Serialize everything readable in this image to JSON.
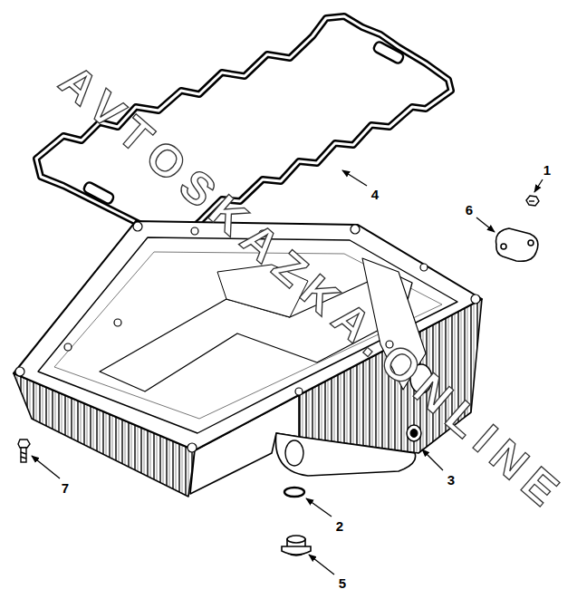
{
  "diagram": {
    "labels": [
      "AVTOSKAZKA.ONLINE",
      "1",
      "6",
      "4",
      "3",
      "7",
      "2",
      "5"
    ]
  }
}
